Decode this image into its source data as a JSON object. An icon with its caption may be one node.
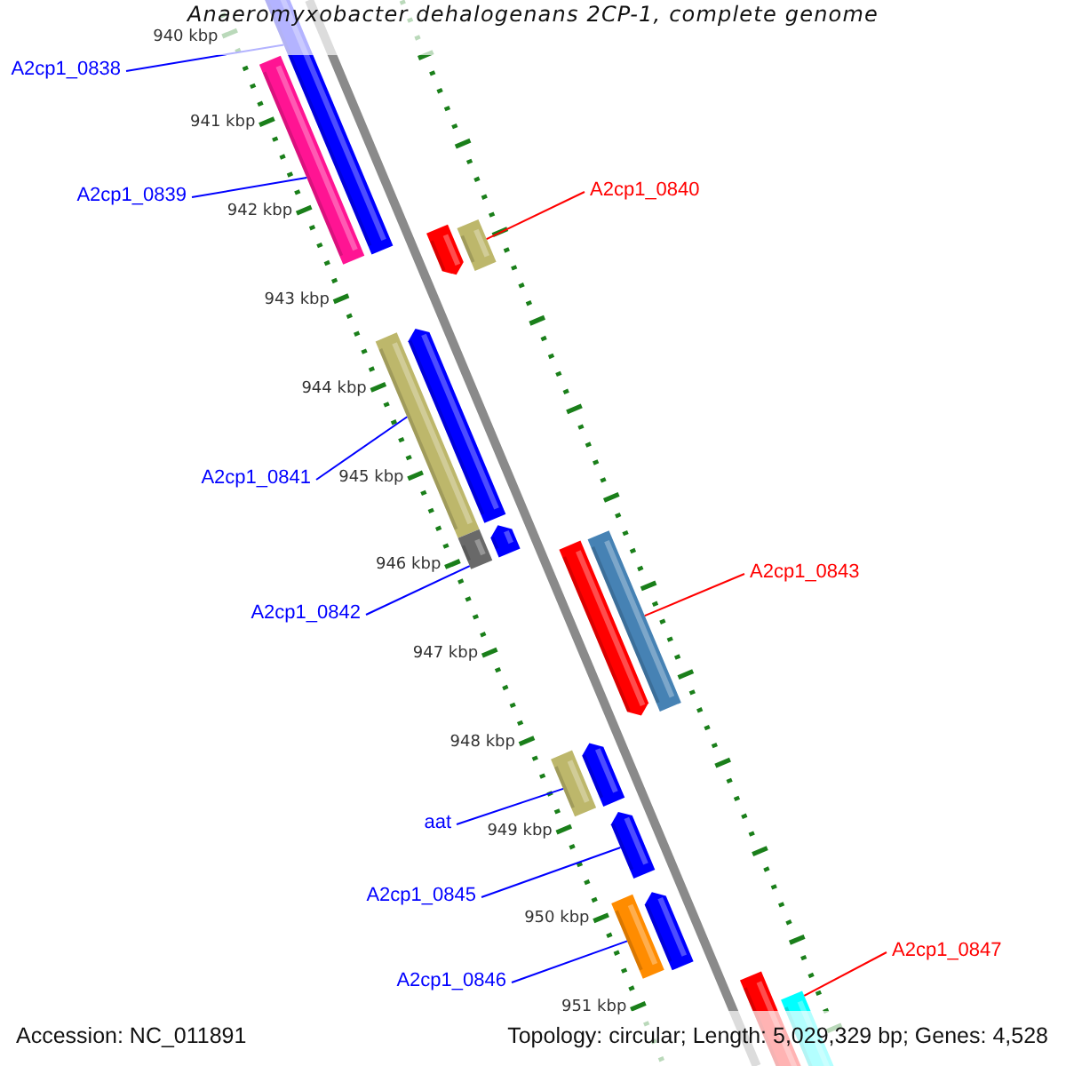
{
  "diagram": {
    "title": "Anaeromyxobacter dehalogenans 2CP-1, complete genome",
    "nodes": [
      {
        "text": [
          "A2cp1_0838"
        ]
      },
      {
        "text": [],
        "shape": "bar"
      },
      {
        "text": [],
        "shape": "bar"
      },
      {
        "text": [
          "A2cp1_0839"
        ]
      },
      {
        "text": [],
        "shape": "bar"
      },
      {
        "text": [],
        "shape": "bar"
      },
      {
        "text": [
          "A2cp1_0840"
        ]
      },
      {
        "text": [],
        "shape": "bar"
      },
      {
        "text": [],
        "shape": "bar"
      },
      {
        "text": [
          "A2cp1_0841"
        ]
      },
      {
        "text": [],
        "shape": "bar"
      },
      {
        "text": [],
        "shape": "bar"
      },
      {
        "text": [
          "A2cp1_0842"
        ]
      },
      {
        "text": [],
        "shape": "bar"
      },
      {
        "text": [],
        "shape": "bar"
      },
      {
        "text": [
          "A2cp1_0843"
        ]
      },
      {
        "text": [],
        "shape": "bar"
      },
      {
        "text": [],
        "shape": "bar"
      },
      {
        "text": [
          "aat"
        ]
      },
      {
        "text": [],
        "shape": "bar"
      },
      {
        "text": [
          "A2cp1_0845"
        ]
      },
      {
        "text": [],
        "shape": "bar"
      },
      {
        "text": [],
        "shape": "bar"
      },
      {
        "text": [
          "A2cp1_0846"
        ]
      },
      {
        "text": [],
        "shape": "bar"
      },
      {
        "text": [],
        "shape": "bar"
      },
      {
        "text": [
          "A2cp1_0847"
        ]
      }
    ],
    "edges": [
      {
        "from": 0,
        "to": 1,
        "arrow": "none"
      },
      {
        "from": 3,
        "to": 2,
        "arrow": "none"
      },
      {
        "from": 6,
        "to": 5,
        "arrow": "none",
        "color": "#ff0000"
      },
      {
        "from": 9,
        "to": 7,
        "arrow": "none"
      },
      {
        "from": 12,
        "to": 10,
        "arrow": "none"
      },
      {
        "from": 15,
        "to": 14,
        "arrow": "none",
        "color": "#ff0000"
      },
      {
        "from": 18,
        "to": 16,
        "arrow": "none"
      },
      {
        "from": 20,
        "to": 19,
        "arrow": "none"
      },
      {
        "from": 23,
        "to": 21,
        "arrow": "none"
      },
      {
        "from": 26,
        "to": 25,
        "arrow": "none",
        "color": "#ff0000"
      }
    ],
    "labels": [
      "940 kbp",
      "941 kbp",
      "942 kbp",
      "943 kbp",
      "944 kbp",
      "945 kbp",
      "946 kbp",
      "947 kbp",
      "948 kbp",
      "949 kbp",
      "950 kbp",
      "951 kbp",
      "Accession: NC_011891",
      "Topology: circular; Length: 5,029,329 bp; Genes: 4,528"
    ]
  }
}
